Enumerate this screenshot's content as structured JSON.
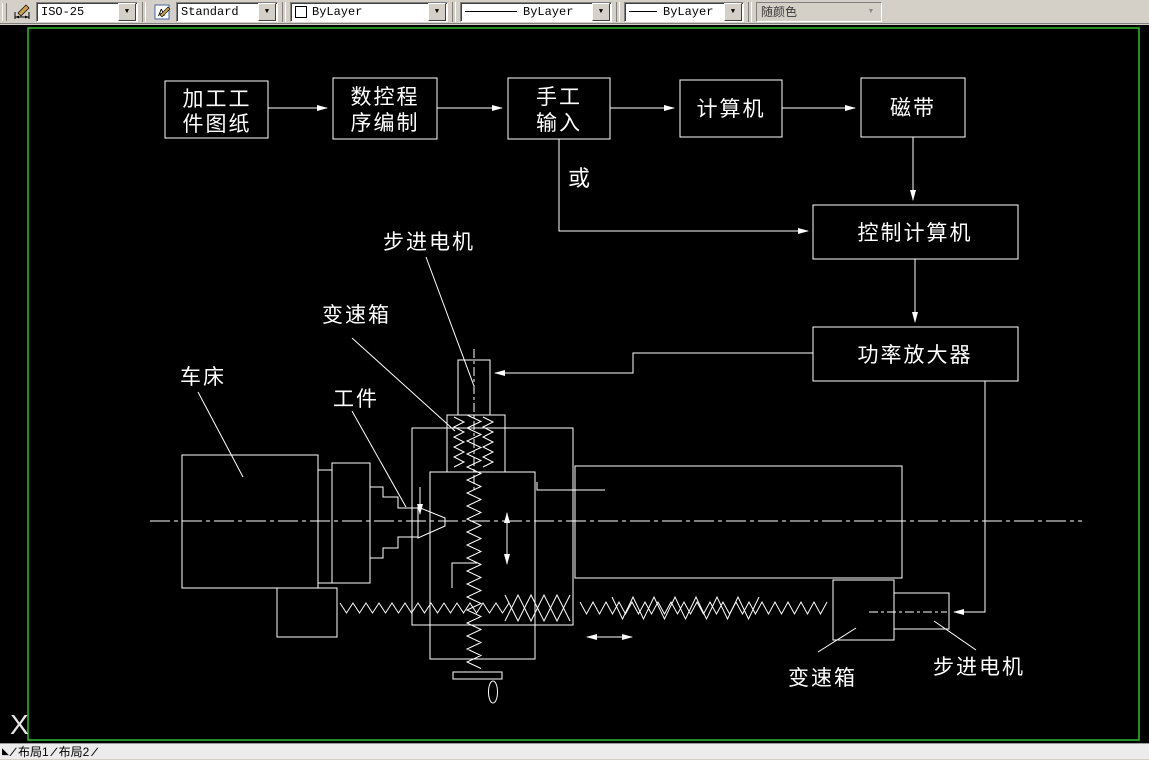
{
  "toolbar": {
    "dim_style": "ISO-25",
    "text_style": "Standard",
    "color": "ByLayer",
    "linetype": "ByLayer",
    "lineweight": "ByLayer",
    "plot_style": "随颜色"
  },
  "canvas": {
    "background": "#000000",
    "paper_border_color": "#2fbe2f",
    "line_color": "#ffffff",
    "ucs_label": "X"
  },
  "flowchart": {
    "nodes": [
      {
        "name": "process-drawing",
        "lines": [
          "加工工",
          "件图纸"
        ]
      },
      {
        "name": "nc-programming",
        "lines": [
          "数控程",
          "序编制"
        ]
      },
      {
        "name": "manual-input",
        "lines": [
          "手工",
          "输入"
        ]
      },
      {
        "name": "computer",
        "lines": [
          "计算机"
        ]
      },
      {
        "name": "tape",
        "lines": [
          "磁带"
        ]
      },
      {
        "name": "control-computer",
        "lines": [
          "控制计算机"
        ]
      },
      {
        "name": "power-amplifier",
        "lines": [
          "功率放大器"
        ]
      }
    ],
    "or_label": "或"
  },
  "machine": {
    "labels": {
      "stepper_top": "步进电机",
      "gearbox_top": "变速箱",
      "lathe": "车床",
      "workpiece": "工件",
      "gearbox_bottom": "变速箱",
      "stepper_bottom": "步进电机"
    }
  },
  "layout_tabs": [
    {
      "label": "布局1"
    },
    {
      "label": "布局2"
    }
  ]
}
